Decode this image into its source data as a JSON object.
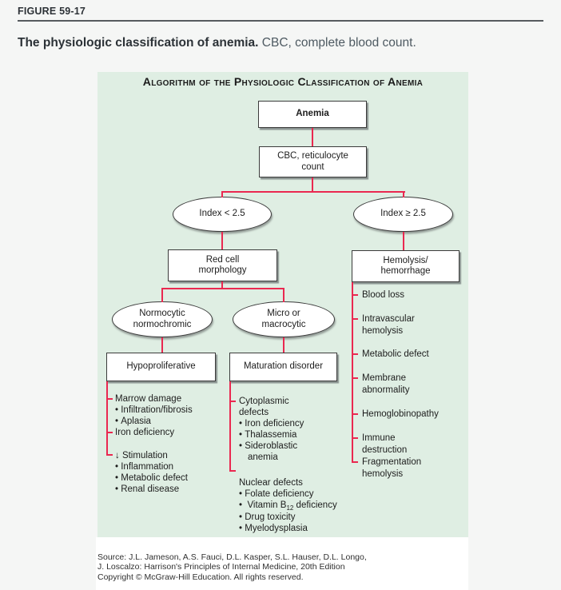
{
  "figure_header": {
    "label": "FIGURE 59-17"
  },
  "caption": {
    "bold": "The physiologic classification of anemia.",
    "rest": " CBC, complete blood count."
  },
  "diagram": {
    "title": "Algorithm of the Physiologic Classification of Anemia",
    "background_color": "#dfeee3",
    "line_color": "#ea2850",
    "nodes": {
      "anemia": "Anemia",
      "cbc": "CBC, reticulocyte count",
      "index_low": "Index < 2.5",
      "index_high": "Index ≥ 2.5",
      "morphology": "Red cell morphology",
      "hemolysis": "Hemolysis/ hemorrhage",
      "normocytic": "Normocytic normochromic",
      "micro_macro": "Micro or macrocytic",
      "hypoproliferative": "Hypoproliferative",
      "maturation": "Maturation disorder"
    },
    "lists": {
      "hypoproliferative": {
        "items": [
          {
            "text": "Marrow damage"
          },
          {
            "text": "Infiltration/fibrosis"
          },
          {
            "text": "Aplasia"
          },
          {
            "text": "Iron deficiency"
          },
          {
            "text": "↓ Stimulation"
          },
          {
            "text": "Inflammation"
          },
          {
            "text": "Metabolic defect"
          },
          {
            "text": "Renal disease"
          }
        ]
      },
      "maturation": {
        "items": [
          {
            "text": "Cytoplasmic defects"
          },
          {
            "text": "Iron deficiency"
          },
          {
            "text": "Thalassemia"
          },
          {
            "text": "Sideroblastic anemia"
          },
          {
            "text": "Nuclear defects"
          },
          {
            "text": "Folate deficiency"
          },
          {
            "pre": "Vitamin B",
            "sub": "12",
            "post": " deficiency"
          },
          {
            "text": "Drug toxicity"
          },
          {
            "text": "Myelodysplasia"
          }
        ]
      },
      "hemolysis": {
        "items": [
          {
            "text": "Blood loss"
          },
          {
            "text": "Intravascular hemolysis"
          },
          {
            "text": "Metabolic defect"
          },
          {
            "text": "Membrane abnormality"
          },
          {
            "text": "Hemoglobinopathy"
          },
          {
            "text": "Immune destruction"
          },
          {
            "text": "Fragmentation hemolysis"
          }
        ]
      }
    }
  },
  "source": {
    "line1": "Source: J.L. Jameson, A.S. Fauci, D.L. Kasper, S.L. Hauser, D.L. Longo,",
    "line2": "J. Loscalzo: Harrison's Principles of Internal Medicine, 20th Edition",
    "line3": "Copyright © McGraw-Hill Education. All rights reserved."
  }
}
